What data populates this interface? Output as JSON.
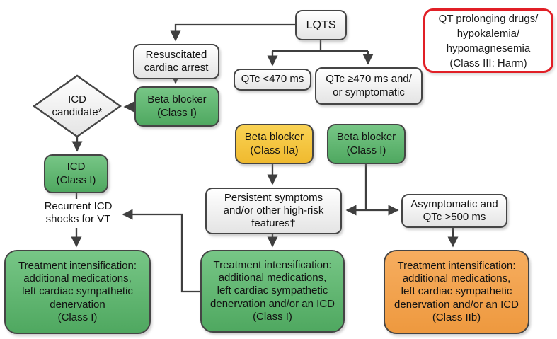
{
  "flowchart": {
    "nodes": {
      "lqts": "LQTS",
      "qt_prolonging_warning": "QT prolonging drugs/\nhypokalemia/\nhypomagnesemia\n(Class III: Harm)",
      "resuscitated_cardiac_arrest": "Resuscitated\ncardiac arrest",
      "beta_blocker_class_i_left": "Beta blocker\n(Class I)",
      "icd_candidate": "ICD\ncandidate*",
      "icd_class_i": "ICD\n(Class I)",
      "recurrent_icd_shocks": "Recurrent ICD\nshocks for VT",
      "qtc_lt_470": "QTc <470 ms",
      "qtc_ge_470": "QTc ≥470 ms and/\nor symptomatic",
      "beta_blocker_class_iia": "Beta blocker\n(Class IIa)",
      "beta_blocker_class_i_right": "Beta blocker\n(Class I)",
      "persistent_symptoms": "Persistent symptoms\nand/or other high-risk\nfeatures†",
      "asymptomatic_qtc_gt_500": "Asymptomatic and\nQTc >500 ms",
      "treatment_intensification_class_i_left": "Treatment intensification:\nadditional medications,\nleft cardiac sympathetic\ndenervation\n(Class I)",
      "treatment_intensification_class_i_mid": "Treatment intensification:\nadditional medications,\nleft cardiac sympathetic\ndenervation and/or an ICD\n(Class I)",
      "treatment_intensification_class_iib": "Treatment intensification:\nadditional medications,\nleft cardiac sympathetic\ndenervation and/or an ICD\n(Class IIb)"
    },
    "colors": {
      "class_i_green": "#5eb971",
      "class_iia_yellow": "#f7c742",
      "class_iib_orange": "#f3a24d",
      "class_iii_red_border": "#e11f26",
      "neutral_box_gray": "#eeeeee",
      "connector_line": "#3f3f3f"
    }
  }
}
